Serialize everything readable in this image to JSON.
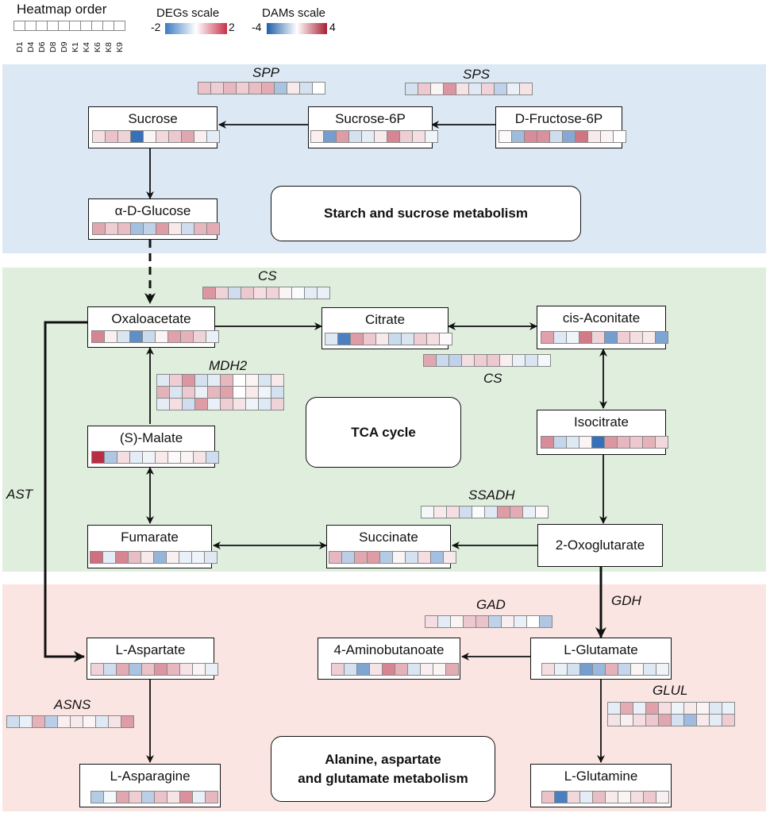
{
  "legend": {
    "heatmap_order_title": "Heatmap order",
    "order_labels": [
      "D1",
      "D4",
      "D6",
      "D8",
      "D9",
      "K1",
      "K4",
      "K6",
      "K8",
      "K9"
    ],
    "degs_title": "DEGs scale",
    "degs_min": "-2",
    "degs_max": "2",
    "dams_title": "DAMs scale",
    "dams_min": "-4",
    "dams_max": "4"
  },
  "colors": {
    "panel_starch": "#dce8f3",
    "panel_tca": "#dfeedd",
    "panel_amino": "#fbe5e3",
    "low": "#2a6ab5",
    "mid": "#ffffff",
    "high": "#b5223a"
  },
  "pathways": {
    "starch": "Starch and sucrose metabolism",
    "tca": "TCA cycle",
    "amino_line1": "Alanine, aspartate",
    "amino_line2": "and glutamate metabolism"
  },
  "metabolites": {
    "sucrose": "Sucrose",
    "sucrose6p": "Sucrose-6P",
    "fructose6p": "D-Fructose-6P",
    "glucose": "α-D-Glucose",
    "oxaloacetate": "Oxaloacetate",
    "citrate": "Citrate",
    "cisaconitate": "cis-Aconitate",
    "isocitrate": "Isocitrate",
    "malate": "(S)-Malate",
    "fumarate": "Fumarate",
    "succinate": "Succinate",
    "oxoglutarate": "2-Oxoglutarate",
    "aspartate": "L-Aspartate",
    "aminobutanoate": "4-Aminobutanoate",
    "glutamate": "L-Glutamate",
    "asparagine": "L-Asparagine",
    "glutamine": "L-Glutamine"
  },
  "genes": {
    "spp": "SPP",
    "sps": "SPS",
    "cs1": "CS",
    "cs2": "CS",
    "mdh2": "MDH2",
    "ssadh": "SSADH",
    "ast": "AST",
    "gad": "GAD",
    "gdh": "GDH",
    "asns": "ASNS",
    "glul": "GLUL"
  },
  "heatmaps": {
    "sucrose": [
      [
        0.6,
        1.1,
        0.8,
        -3.8,
        0.2,
        0.7,
        1.0,
        1.6,
        0.3,
        -0.5
      ]
    ],
    "sucrose6p": [
      [
        0.3,
        -2.6,
        1.8,
        -0.8,
        -0.5,
        0.4,
        2.2,
        0.9,
        0.6,
        -0.3
      ]
    ],
    "fructose6p": [
      [
        0.1,
        -1.8,
        2.1,
        2.0,
        -0.9,
        -2.3,
        2.5,
        0.4,
        0.2,
        0.0
      ]
    ],
    "glucose": [
      [
        1.6,
        0.9,
        1.2,
        -1.7,
        -1.2,
        1.8,
        0.4,
        -0.9,
        1.3,
        1.5
      ]
    ],
    "oxaloacetate": [
      [
        2.2,
        0.3,
        -0.7,
        -3.0,
        -1.0,
        0.2,
        1.7,
        1.4,
        0.8,
        -0.4
      ]
    ],
    "citrate": [
      [
        -0.6,
        -3.4,
        1.8,
        1.0,
        0.4,
        -1.0,
        -0.7,
        0.9,
        0.6,
        0.1
      ]
    ],
    "cisaconitate": [
      [
        1.7,
        -0.6,
        -0.3,
        2.4,
        0.8,
        -2.6,
        0.9,
        0.6,
        0.4,
        -2.4
      ]
    ],
    "isocitrate": [
      [
        2.1,
        -1.1,
        -0.6,
        0.2,
        -3.8,
        1.9,
        1.3,
        1.0,
        1.4,
        0.7
      ]
    ],
    "malate": [
      [
        3.8,
        -1.5,
        0.6,
        -0.5,
        -0.3,
        0.4,
        0.1,
        0.2,
        0.5,
        -0.9
      ]
    ],
    "fumarate": [
      [
        2.6,
        -0.5,
        2.2,
        1.2,
        0.4,
        -2.0,
        0.3,
        -0.4,
        -0.3,
        -0.6
      ]
    ],
    "succinate": [
      [
        1.3,
        -1.3,
        1.6,
        1.8,
        -1.4,
        0.2,
        -0.8,
        0.6,
        -1.7,
        0.4
      ]
    ],
    "aspartate": [
      [
        0.8,
        -0.9,
        1.5,
        -1.6,
        1.1,
        1.9,
        1.3,
        0.5,
        0.2,
        -0.4
      ]
    ],
    "aminobutanoate": [
      [
        0.9,
        -0.8,
        -2.4,
        0.5,
        2.2,
        1.4,
        -0.7,
        0.3,
        0.2,
        1.5
      ]
    ],
    "glutamate": [
      [
        0.6,
        -0.4,
        -0.8,
        -2.6,
        -1.9,
        1.4,
        -1.1,
        0.2,
        -0.6,
        -0.3
      ]
    ],
    "asparagine": [
      [
        -1.4,
        -0.2,
        1.6,
        0.9,
        -1.3,
        1.1,
        0.5,
        2.0,
        -0.4,
        1.3
      ]
    ],
    "glutamine": [
      [
        1.1,
        -3.4,
        0.7,
        -0.5,
        1.2,
        0.4,
        0.2,
        0.6,
        1.0,
        0.3
      ]
    ],
    "spp": [
      [
        1.1,
        0.9,
        1.3,
        0.9,
        1.2,
        1.5,
        -1.6,
        0.4,
        -0.8,
        0.0
      ]
    ],
    "sps": [
      [
        -0.8,
        1.0,
        0.2,
        1.9,
        0.5,
        -0.6,
        0.8,
        -1.2,
        -0.4,
        0.5
      ]
    ],
    "cs1": [
      [
        1.9,
        0.8,
        -0.9,
        1.0,
        0.6,
        0.8,
        0.2,
        -0.1,
        -0.5,
        -0.4
      ]
    ],
    "cs2": [
      [
        1.6,
        -1.0,
        -1.2,
        0.6,
        0.9,
        1.0,
        0.3,
        -0.4,
        -0.7,
        -0.2
      ]
    ],
    "mdh2": [
      [
        -0.6,
        0.9,
        1.9,
        -0.8,
        -0.5,
        1.3,
        0.0,
        0.2,
        -0.7,
        0.4
      ],
      [
        1.4,
        -0.7,
        1.0,
        -0.4,
        1.3,
        1.7,
        0.0,
        0.4,
        -0.3,
        -0.8
      ],
      [
        -0.5,
        0.6,
        -0.9,
        1.8,
        -0.4,
        0.9,
        0.5,
        -0.3,
        -0.6,
        0.8
      ]
    ],
    "ssadh": [
      [
        -0.2,
        0.4,
        0.6,
        -0.9,
        -0.1,
        -0.6,
        1.8,
        1.5,
        -0.4,
        0.1
      ]
    ],
    "gad": [
      [
        0.6,
        -0.5,
        0.2,
        1.0,
        1.1,
        -1.2,
        0.3,
        -0.4,
        0.0,
        -1.5
      ]
    ],
    "asns": [
      [
        -0.9,
        -0.4,
        1.4,
        -1.3,
        0.3,
        0.4,
        0.2,
        -0.6,
        0.5,
        1.8
      ]
    ],
    "glul": [
      [
        -0.5,
        1.5,
        -0.4,
        1.7,
        0.6,
        -0.3,
        0.4,
        0.2,
        -0.6,
        -0.4
      ],
      [
        0.5,
        0.3,
        0.6,
        1.0,
        1.6,
        -0.8,
        -1.8,
        0.4,
        -0.5,
        0.9
      ]
    ]
  }
}
